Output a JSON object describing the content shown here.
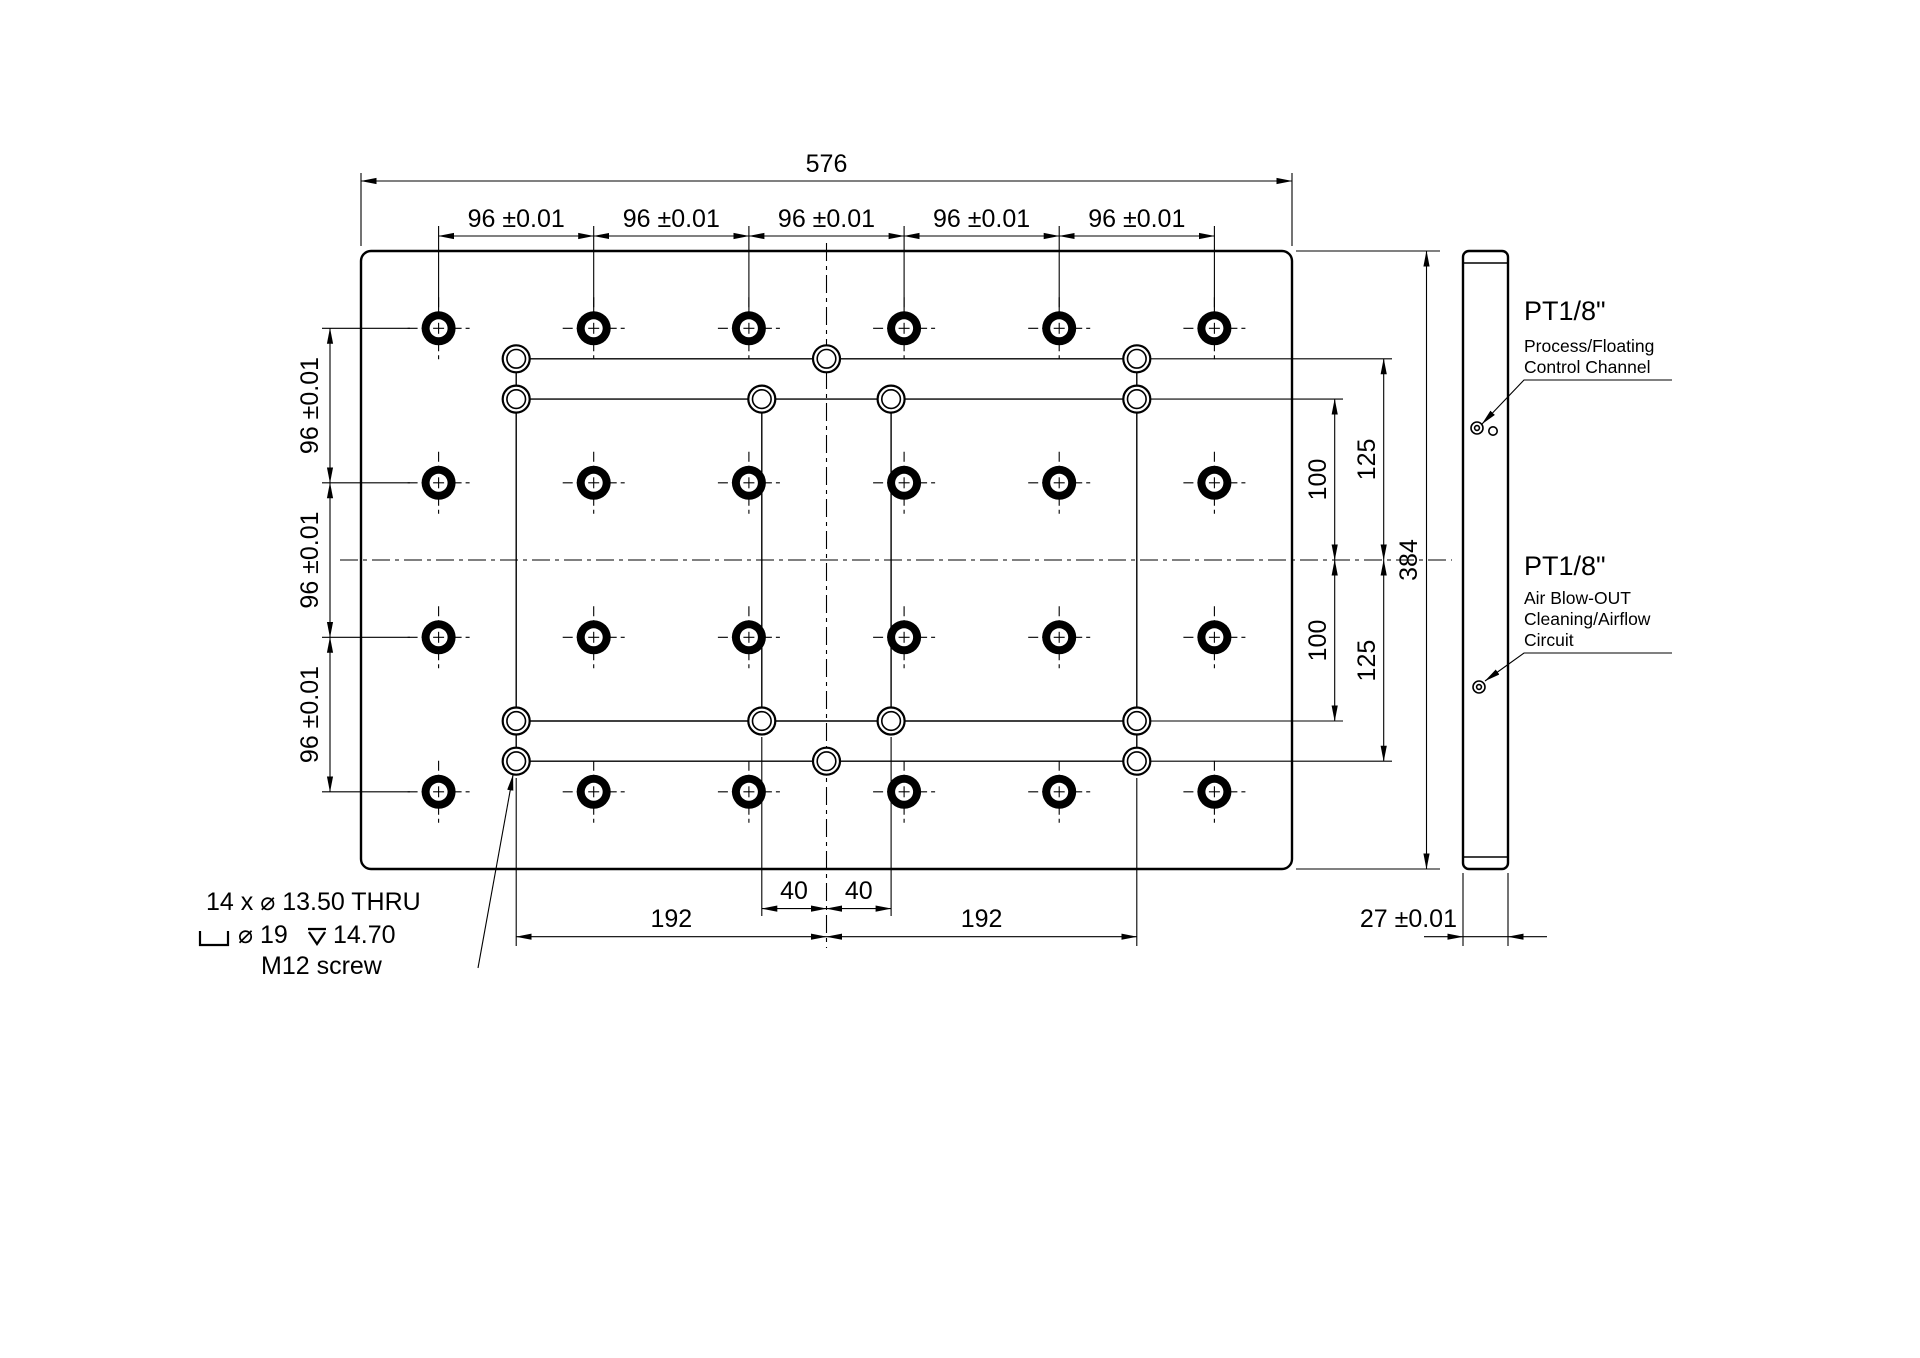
{
  "drawing": {
    "front_view": {
      "dim_overall_width": "576",
      "dim_overall_height": "384",
      "pitch_labels_top": [
        "96 ±0.01",
        "96 ±0.01",
        "96 ±0.01",
        "96 ±0.01",
        "96 ±0.01"
      ],
      "pitch_labels_left": [
        "96 ±0.01",
        "96 ±0.01",
        "96 ±0.01"
      ],
      "dim_right": {
        "d100_top": "100",
        "d125_top": "125",
        "d100_bottom": "100",
        "d125_bottom": "125"
      },
      "dim_bottom": {
        "d40_left": "40",
        "d40_right": "40",
        "d192_left": "192",
        "d192_right": "192"
      },
      "hole_note": {
        "line1": "14 x ⌀ 13.50 THRU",
        "counterbore_dia": "⌀ 19",
        "counterbore_depth": "14.70",
        "line3": "M12 screw"
      }
    },
    "side_view": {
      "dim_thickness": "27 ±0.01",
      "port_top": {
        "title": "PT1/8\"",
        "line1": "Process/Floating",
        "line2": "Control Channel"
      },
      "port_bottom": {
        "title": "PT1/8\"",
        "line1": "Air Blow-OUT",
        "line2": "Cleaning/Airflow",
        "line3": "Circuit"
      }
    }
  }
}
